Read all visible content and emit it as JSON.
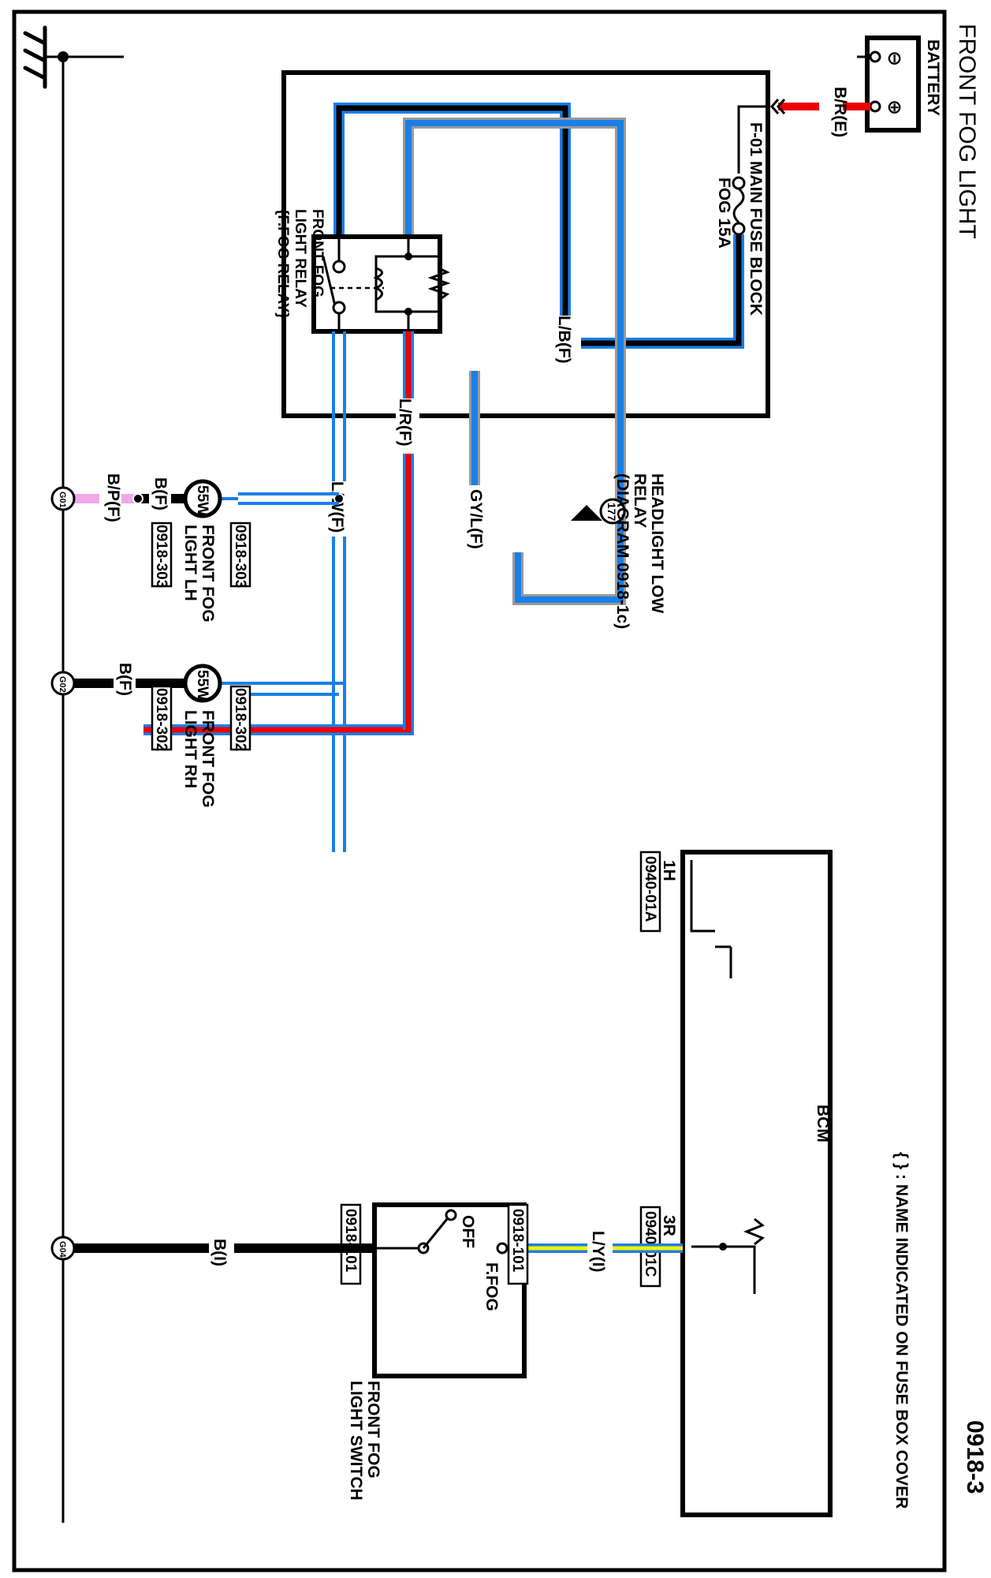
{
  "title": "FRONT FOG LIGHT",
  "page_number": "0918-3",
  "note": "{ } : NAME INDICATED ON FUSE BOX COVER",
  "colors": {
    "black": "#000000",
    "red": "#ee0000",
    "blue": "#1a7fe8",
    "gray": "#9a9a9a",
    "yellow": "#f5f200",
    "pink": "#f0a8e8",
    "white": "#ffffff"
  },
  "battery": {
    "label": "BATTERY",
    "neg_symbol": "⊖",
    "pos_symbol": "⊕"
  },
  "fuse_block": {
    "label": "F-01  MAIN FUSE BLOCK",
    "fuse_label": "FOG 15A",
    "relay_label_lines": [
      "FRONT FOG",
      "LIGHT RELAY",
      "{F.FOG RELAY}"
    ]
  },
  "wires": {
    "battery_feed": "B/R(E)",
    "fuse_to_relay": "L/B(F)",
    "relay_out": "L/W(F)",
    "relay_coil_bcm": "L/R(F)",
    "headlight_relay": "GY/L(F)",
    "lh_feed": "L/W(F)",
    "rh_feed": "L/W(F)",
    "lh_ground_a": "B(F)",
    "lh_ground_b": "B/P(F)",
    "rh_ground": "B(F)",
    "switch_bcm": "L/Y(I)",
    "switch_ground": "B(I)"
  },
  "headlight_low_relay": {
    "ref_number": "177",
    "label_lines": [
      "HEADLIGHT LOW",
      "RELAY",
      "(DIAGRAM  0918-1c)"
    ]
  },
  "fog_lh": {
    "wattage": "55W",
    "label_lines": [
      "FRONT FOG",
      "LIGHT LH"
    ],
    "connector_in": "0918-303",
    "connector_out": "0918-303",
    "ground": "G01"
  },
  "fog_rh": {
    "wattage": "55W",
    "label_lines": [
      "FRONT FOG",
      "LIGHT RH"
    ],
    "connector_in": "0918-302",
    "connector_out": "0918-302",
    "ground": "G02"
  },
  "bcm": {
    "label": "BCM",
    "pin_relay": "1H",
    "pin_relay_connector": "0940-01A",
    "pin_switch": "3R",
    "pin_switch_connector": "0940-01C"
  },
  "fog_switch": {
    "label_lines": [
      "FRONT FOG",
      "LIGHT SWITCH"
    ],
    "pos_off": "OFF",
    "pos_on": "F.FOG",
    "connector_a": "0918-101",
    "connector_b": "0918-101",
    "ground": "G04"
  }
}
